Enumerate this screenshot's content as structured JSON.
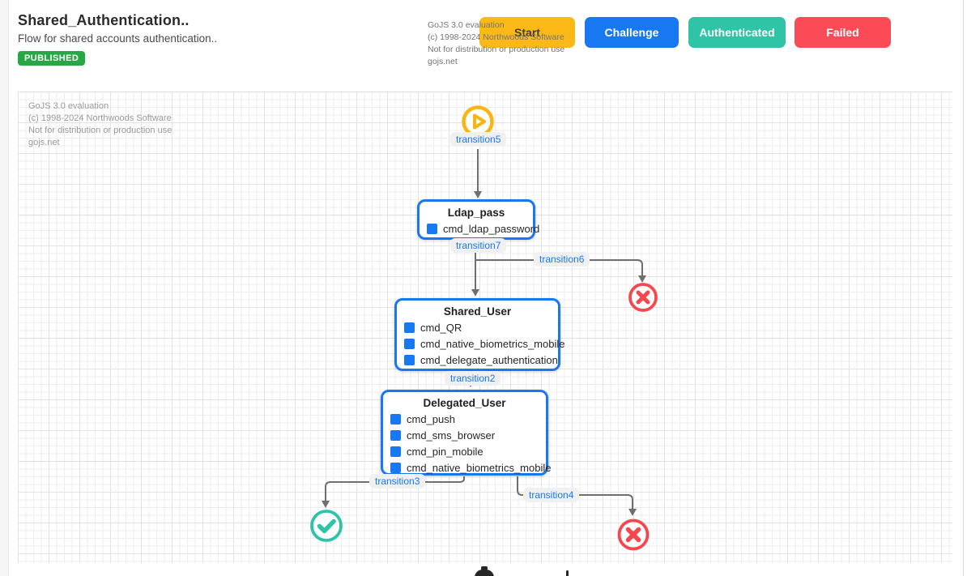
{
  "header": {
    "title": "Shared_Authentication..",
    "subtitle": "Flow for shared accounts authentication..",
    "status_badge": "PUBLISHED"
  },
  "palette": {
    "buttons": [
      {
        "label": "Start",
        "color": "#FBB917",
        "text_color": "#3F3F3F"
      },
      {
        "label": "Challenge",
        "color": "#1778F2",
        "text_color": "#FFFFFF"
      },
      {
        "label": "Authenticated",
        "color": "#2EC4A5",
        "text_color": "#FFFFFF"
      },
      {
        "label": "Failed",
        "color": "#FA4B57",
        "text_color": "#FFFFFF"
      }
    ]
  },
  "watermark": {
    "lines": [
      "GoJS 3.0 evaluation",
      "(c) 1998-2024 Northwoods Software",
      "Not for distribution or production use",
      "gojs.net"
    ]
  },
  "diagram": {
    "nodes": [
      {
        "title": "Ldap_pass",
        "commands": [
          "cmd_ldap_password"
        ]
      },
      {
        "title": "Shared_User",
        "commands": [
          "cmd_QR",
          "cmd_native_biometrics_mobile",
          "cmd_delegate_authentication"
        ]
      },
      {
        "title": "Delegated_User",
        "commands": [
          "cmd_push",
          "cmd_sms_browser",
          "cmd_pin_mobile",
          "cmd_native_biometrics_mobile"
        ]
      }
    ],
    "transitions": [
      "transition5",
      "transition7",
      "transition6",
      "transition2",
      "transition3",
      "transition4"
    ],
    "colors": {
      "node_border": "#1778F2",
      "command_icon": "#1778F2",
      "transition_label_text": "#1778F2",
      "edge": "#6F6F6F",
      "start_icon": "#F9B513",
      "success_icon": "#2EC4A8",
      "fail_icon": "#F4484E",
      "published_badge": "#28A745"
    }
  }
}
